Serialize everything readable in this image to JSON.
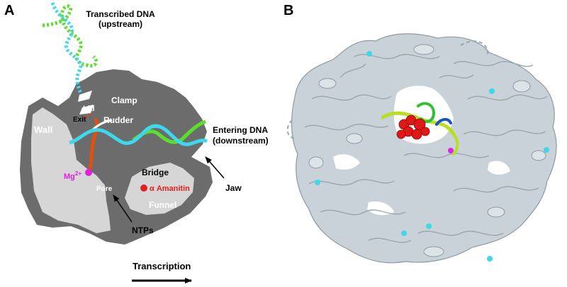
{
  "panels": {
    "a": {
      "letter": "A",
      "labels": {
        "transcribed_line1": "Transcribed DNA",
        "transcribed_line2": "(upstream)",
        "clamp": "Clamp",
        "lid": "Lid",
        "exit": "Exit",
        "rudder": "Rudder",
        "wall": "Wall",
        "entering_line1": "Entering DNA",
        "entering_line2": "(downstream)",
        "bridge": "Bridge",
        "mg": "Mg",
        "mg_sup": "2+",
        "pore": "Pore",
        "amanitin": "α Amanitin",
        "jaw": "Jaw",
        "funnel": "Funnel",
        "ntps": "NTPs",
        "transcription": "Transcription"
      },
      "colors": {
        "dna_template": "#3ed8ec",
        "dna_nontemplate": "#5ae02a",
        "rna": "#e05010",
        "magnesium": "#e020e0",
        "amanitin": "#e02020",
        "protein_dark": "#6c6c6c",
        "protein_light": "#d6d6d6"
      }
    },
    "b": {
      "letter": "B",
      "colors": {
        "ribbon": "#b8c4cc",
        "zinc": "#40d8e8",
        "magnesium": "#e020e0",
        "amanitin": "#e01818",
        "bridge_helix": "#b8e020",
        "blue_loop": "#1850d0",
        "green_loop": "#30c030"
      }
    }
  }
}
